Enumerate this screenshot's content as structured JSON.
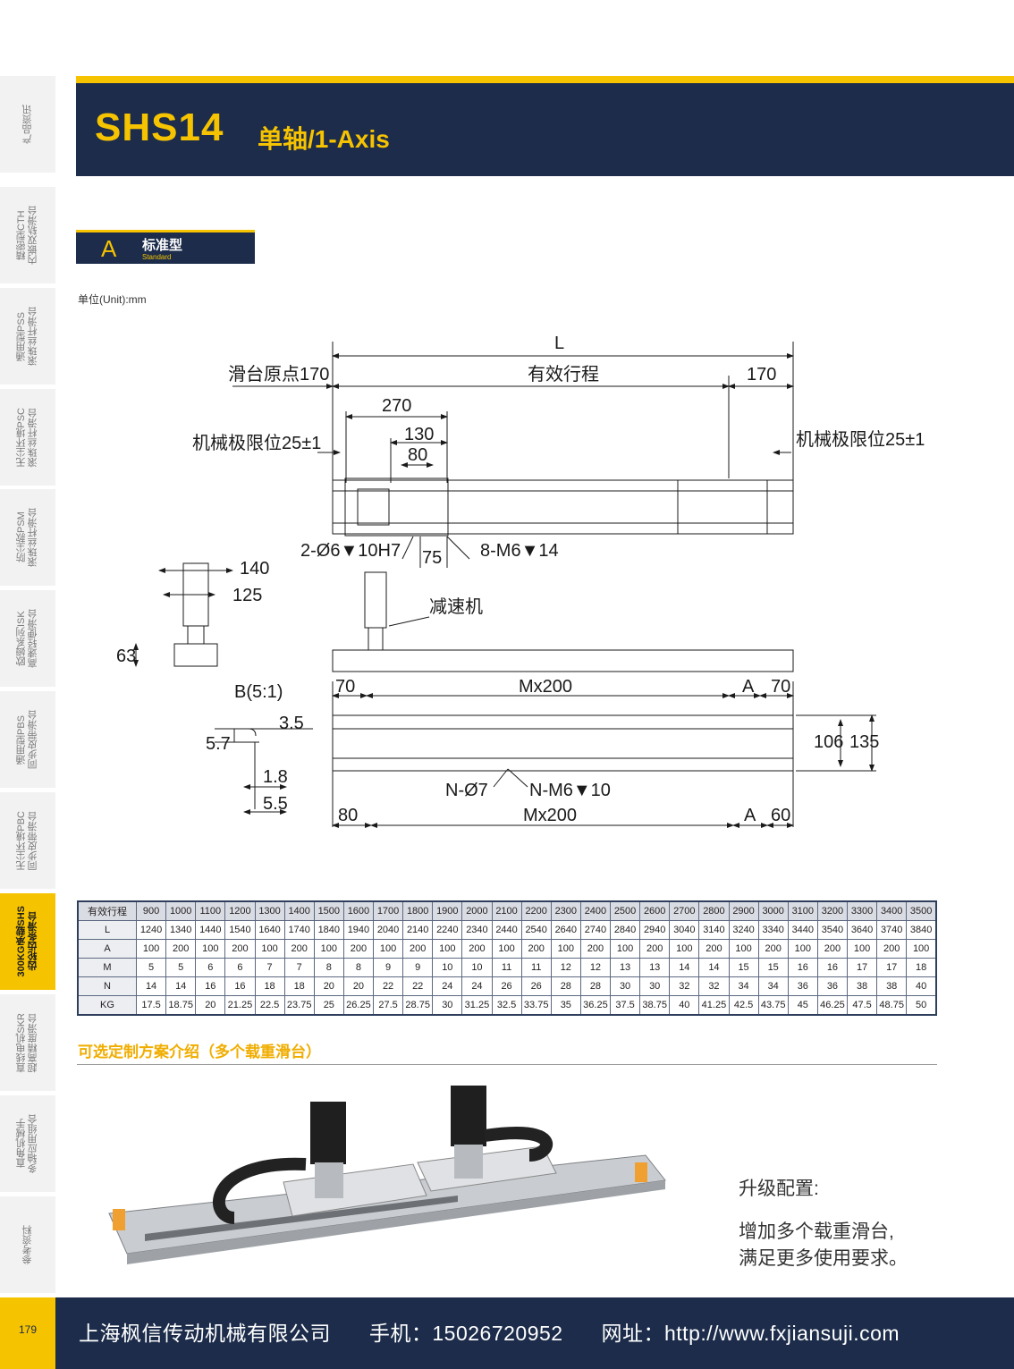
{
  "sidebar": {
    "items": [
      {
        "label": "产品资讯"
      },
      {
        "label": "精密型CTH\n内嵌双轨滑台"
      },
      {
        "label": "通用型PSS\n滚珠丝杆滑台"
      },
      {
        "label": "无尘环境PSC\n滚珠丝杆滑台"
      },
      {
        "label": "防尘款PSM\n滚珠丝杆滑台"
      },
      {
        "label": "欧姆系列ISK\n高速轻便滑台"
      },
      {
        "label": "通用型PBS\n同步皮带滑台"
      },
      {
        "label": "无尘环境PBC\n同步皮带滑台"
      },
      {
        "label": "300KG承载SHS\n齿轮齿条滑台"
      },
      {
        "label": "直线电机SKR\n超高精度滑台"
      },
      {
        "label": "直角机械手\n多轴应用组合"
      },
      {
        "label": "参考资料"
      }
    ],
    "active_index": 8
  },
  "header": {
    "model": "SHS14",
    "title": "单轴/1-Axis"
  },
  "section": {
    "letter": "A",
    "name": "标准型",
    "name_en": "Standard"
  },
  "unit": "单位(Unit):mm",
  "drawing": {
    "labels": {
      "L": "L",
      "origin": "滑台原点170",
      "stroke": "有效行程",
      "d170": "170",
      "d270": "270",
      "d130": "130",
      "d80": "80",
      "limit_left": "机械极限位25±1",
      "limit_right": "机械极限位25±1",
      "pin_holes": "2-Ø6▼10H7",
      "d75": "75",
      "screw_holes": "8-M6▼14",
      "d140": "140",
      "d125": "125",
      "d63": "63",
      "reducer": "减速机",
      "detail": "B(5:1)",
      "d57": "5.7",
      "d35": "3.5",
      "d18": "1.8",
      "d55": "5.5",
      "top70a": "70",
      "mx200_top": "Mx200",
      "a_top": "A",
      "top70b": "70",
      "d106": "106",
      "d135": "135",
      "n_dia": "N-Ø7",
      "n_m6": "N-M6▼10",
      "d80b": "80",
      "mx200_bot": "Mx200",
      "a_bot": "A",
      "d60": "60"
    }
  },
  "spec_table": {
    "header_label": "有效行程",
    "columns": [
      "900",
      "1000",
      "1100",
      "1200",
      "1300",
      "1400",
      "1500",
      "1600",
      "1700",
      "1800",
      "1900",
      "2000",
      "2100",
      "2200",
      "2300",
      "2400",
      "2500",
      "2600",
      "2700",
      "2800",
      "2900",
      "3000",
      "3100",
      "3200",
      "3300",
      "3400",
      "3500"
    ],
    "rows": [
      {
        "label": "L",
        "values": [
          "1240",
          "1340",
          "1440",
          "1540",
          "1640",
          "1740",
          "1840",
          "1940",
          "2040",
          "2140",
          "2240",
          "2340",
          "2440",
          "2540",
          "2640",
          "2740",
          "2840",
          "2940",
          "3040",
          "3140",
          "3240",
          "3340",
          "3440",
          "3540",
          "3640",
          "3740",
          "3840"
        ]
      },
      {
        "label": "A",
        "values": [
          "100",
          "200",
          "100",
          "200",
          "100",
          "200",
          "100",
          "200",
          "100",
          "200",
          "100",
          "200",
          "100",
          "200",
          "100",
          "200",
          "100",
          "200",
          "100",
          "200",
          "100",
          "200",
          "100",
          "200",
          "100",
          "200",
          "100"
        ]
      },
      {
        "label": "M",
        "values": [
          "5",
          "5",
          "6",
          "6",
          "7",
          "7",
          "8",
          "8",
          "9",
          "9",
          "10",
          "10",
          "11",
          "11",
          "12",
          "12",
          "13",
          "13",
          "14",
          "14",
          "15",
          "15",
          "16",
          "16",
          "17",
          "17",
          "18"
        ]
      },
      {
        "label": "N",
        "values": [
          "14",
          "14",
          "16",
          "16",
          "18",
          "18",
          "20",
          "20",
          "22",
          "22",
          "24",
          "24",
          "26",
          "26",
          "28",
          "28",
          "30",
          "30",
          "32",
          "32",
          "34",
          "34",
          "36",
          "36",
          "38",
          "38",
          "40"
        ]
      },
      {
        "label": "KG",
        "values": [
          "17.5",
          "18.75",
          "20",
          "21.25",
          "22.5",
          "23.75",
          "25",
          "26.25",
          "27.5",
          "28.75",
          "30",
          "31.25",
          "32.5",
          "33.75",
          "35",
          "36.25",
          "37.5",
          "38.75",
          "40",
          "41.25",
          "42.5",
          "43.75",
          "45",
          "46.25",
          "47.5",
          "48.75",
          "50"
        ]
      }
    ]
  },
  "options": {
    "title": "可选定制方案介绍（多个载重滑台）",
    "upgrade_title": "升级配置:",
    "upgrade_line1": "增加多个载重滑台,",
    "upgrade_line2": "满足更多使用要求。"
  },
  "footer": {
    "page": "179",
    "company": "上海枫信传动机械有限公司",
    "phone": "手机：15026720952",
    "website": "网址：http://www.fxjiansuji.com"
  },
  "colors": {
    "navy": "#1c2c4a",
    "yellow": "#f6c300",
    "orange_title": "#f0ad00"
  }
}
